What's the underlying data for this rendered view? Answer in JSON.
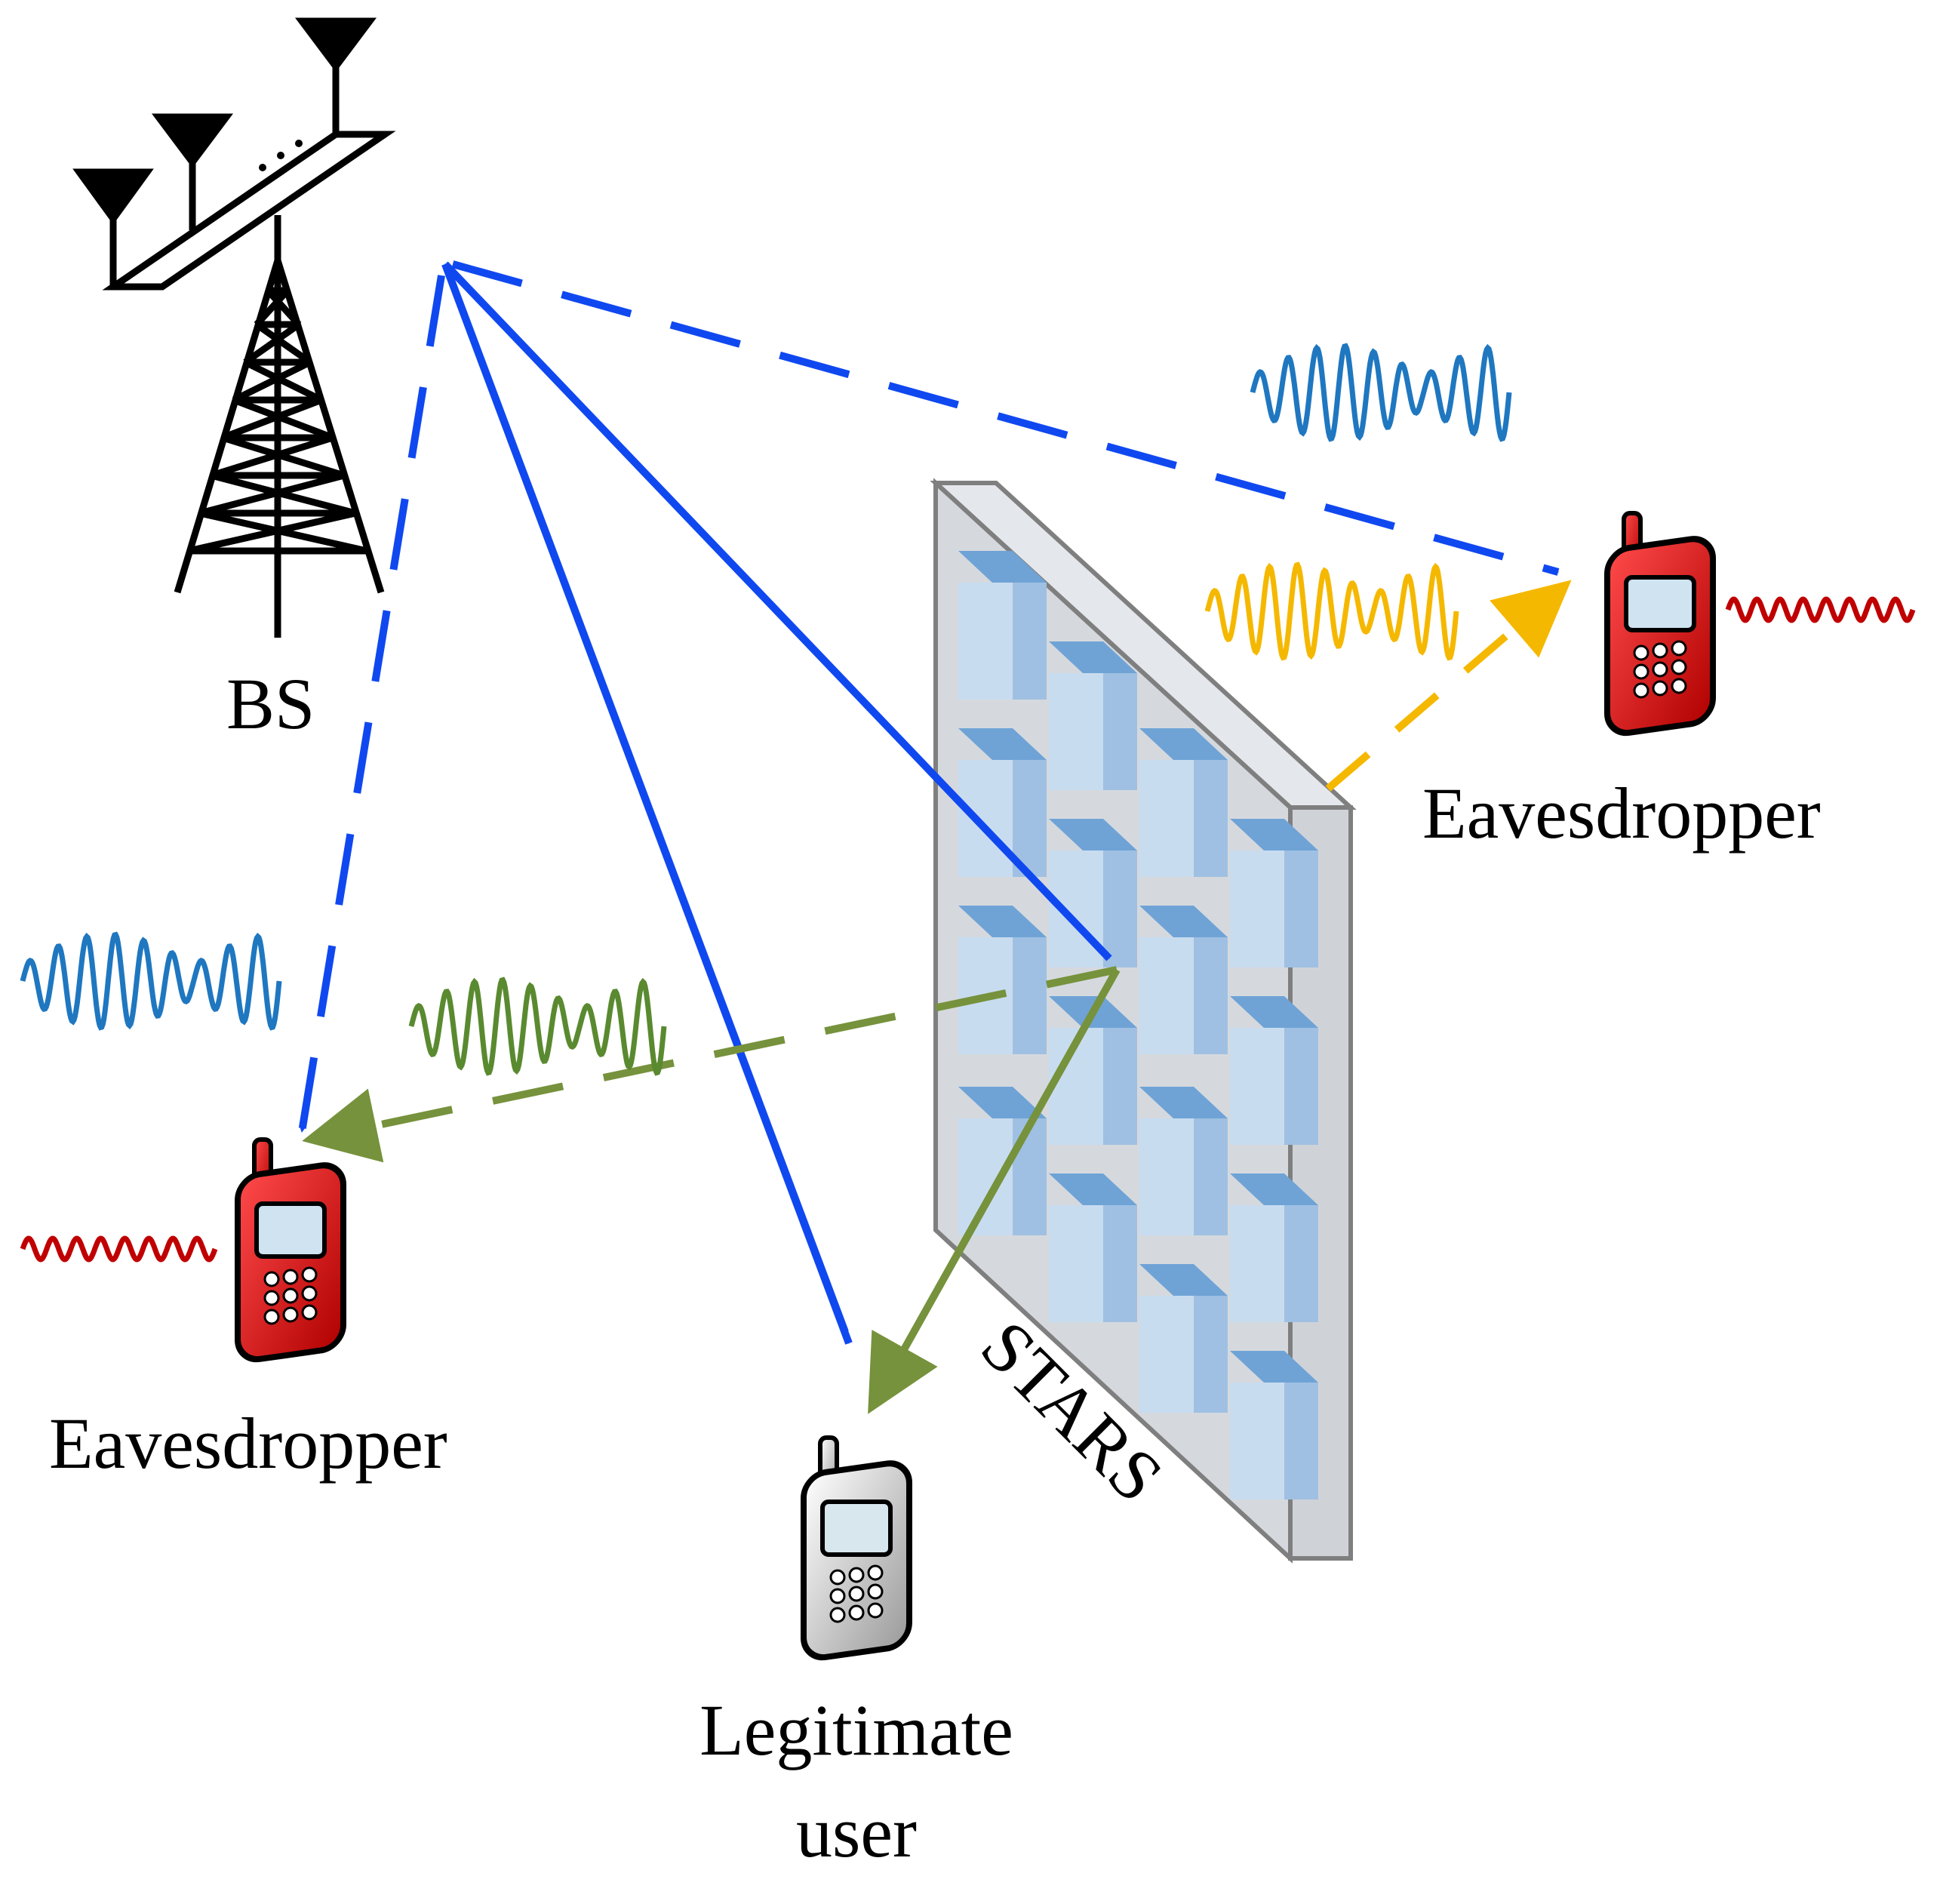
{
  "labels": {
    "bs": "BS",
    "eavesdropper_right": "Eavesdropper",
    "eavesdropper_left": "Eavesdropper",
    "legitimate_user_line1": "Legitimate",
    "legitimate_user_line2": "user",
    "stars": "STARS"
  },
  "colors": {
    "direct_link": "#1048f0",
    "reflected_link": "#f5b800",
    "transmitted_link": "#76923c",
    "signal_wave_blue": "#1f77c0",
    "signal_wave_yellow": "#f5b800",
    "signal_wave_green": "#5a8a30",
    "noise_wave": "#c00000",
    "eavesdropper_phone": "#e00000",
    "legitimate_phone": "#d0d0d0",
    "stars_panel": "#d9dde3",
    "stars_element": "#a8c8e8"
  },
  "icons": {
    "base_station": "antenna-tower-icon",
    "eavesdropper": "mobile-phone-icon",
    "legitimate_user": "mobile-phone-icon",
    "surface": "stars-panel-icon"
  }
}
